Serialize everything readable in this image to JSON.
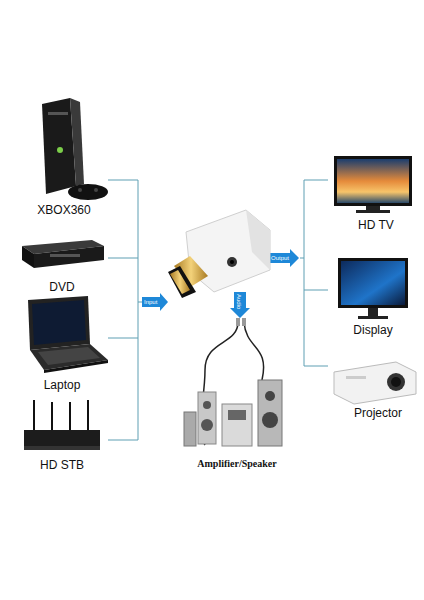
{
  "diagram": {
    "nodes": [
      {
        "text": [
          "XBOX360"
        ]
      },
      {
        "text": [
          "DVD"
        ]
      },
      {
        "text": [
          "Laptop"
        ]
      },
      {
        "text": [
          "HD STB"
        ]
      },
      {
        "text": [
          "HD TV"
        ]
      },
      {
        "text": [
          "Display"
        ]
      },
      {
        "text": [
          "Projector"
        ]
      },
      {
        "text": [
          "Amplifier/Speaker"
        ]
      }
    ],
    "labels": [
      "Input",
      "Output",
      "Audio"
    ]
  }
}
